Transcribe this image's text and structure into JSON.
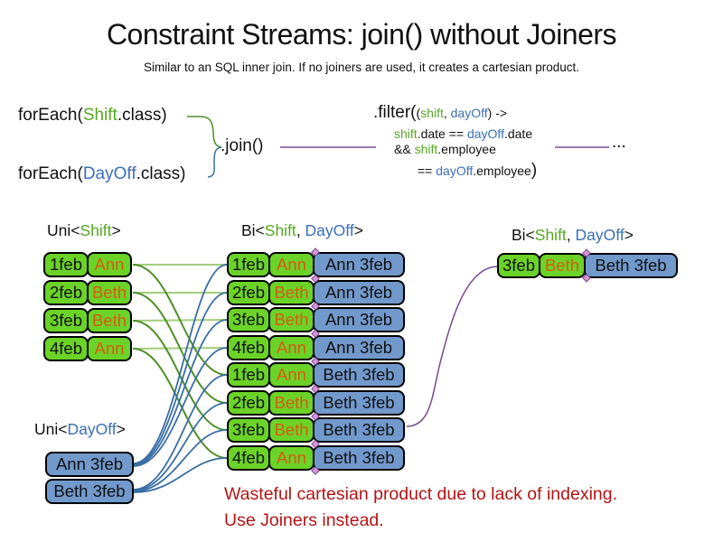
{
  "title": "Constraint Streams: join() without Joiners",
  "subtitle": "Similar to an SQL inner join. If no joiners are used, it creates a cartesian product.",
  "palette": {
    "green_box": "#6bd327",
    "blue_box": "#7299cc",
    "orange_text": "#d55c12",
    "code_green": "#55a822",
    "code_blue": "#3a6fba",
    "line_green": "#4e8f28",
    "line_green_light": "#a2cd7c",
    "line_blue": "#3a6ea5",
    "line_purple": "#7a4a93",
    "red_text": "#b41414"
  },
  "code": {
    "foreach_shift": [
      {
        "t": "forEach("
      },
      {
        "t": "Shift",
        "c": "green"
      },
      {
        "t": ".class)"
      }
    ],
    "foreach_dayoff": [
      {
        "t": "forEach("
      },
      {
        "t": "DayOff",
        "c": "blue"
      },
      {
        "t": ".class)"
      }
    ],
    "join": ".join()",
    "ellipsis": "...",
    "filter_head": [
      {
        "t": ".filter(",
        "c": "big"
      },
      {
        "t": "("
      },
      {
        "t": "shift",
        "c": "green"
      },
      {
        "t": ", "
      },
      {
        "t": "dayOff",
        "c": "blue"
      },
      {
        "t": ") ->"
      }
    ],
    "filter_line2": [
      {
        "t": "shift",
        "c": "green"
      },
      {
        "t": ".date == "
      },
      {
        "t": "dayOff",
        "c": "blue"
      },
      {
        "t": ".date"
      }
    ],
    "filter_line3": [
      {
        "t": "&& "
      },
      {
        "t": "shift",
        "c": "green"
      },
      {
        "t": ".employee"
      }
    ],
    "filter_line4": [
      {
        "t": "== "
      },
      {
        "t": "dayOff",
        "c": "blue"
      },
      {
        "t": ".employee"
      },
      {
        "t": ")",
        "c": "big"
      }
    ]
  },
  "labels": {
    "uni_shift": [
      {
        "t": "Uni<"
      },
      {
        "t": "Shift",
        "c": "green"
      },
      {
        "t": ">"
      }
    ],
    "bi_mid": [
      {
        "t": "Bi<"
      },
      {
        "t": "Shift",
        "c": "green"
      },
      {
        "t": ", "
      },
      {
        "t": "DayOff",
        "c": "blue"
      },
      {
        "t": ">"
      }
    ],
    "bi_right": [
      {
        "t": "Bi<"
      },
      {
        "t": "Shift",
        "c": "green"
      },
      {
        "t": ", "
      },
      {
        "t": "DayOff",
        "c": "blue"
      },
      {
        "t": ">"
      }
    ],
    "uni_dayoff": [
      {
        "t": "Uni<"
      },
      {
        "t": "DayOff",
        "c": "blue"
      },
      {
        "t": ">"
      }
    ]
  },
  "shift_rows": [
    {
      "date": "1feb",
      "name": "Ann"
    },
    {
      "date": "2feb",
      "name": "Beth"
    },
    {
      "date": "3feb",
      "name": "Beth"
    },
    {
      "date": "4feb",
      "name": "Ann"
    }
  ],
  "dayoff_rows": [
    {
      "label": "Ann 3feb"
    },
    {
      "label": "Beth 3feb"
    }
  ],
  "pair_rows": [
    {
      "date": "1feb",
      "name": "Ann",
      "result": "Ann 3feb"
    },
    {
      "date": "2feb",
      "name": "Beth",
      "result": "Ann 3feb"
    },
    {
      "date": "3feb",
      "name": "Beth",
      "result": "Ann 3feb"
    },
    {
      "date": "4feb",
      "name": "Ann",
      "result": "Ann 3feb"
    },
    {
      "date": "1feb",
      "name": "Ann",
      "result": "Beth 3feb"
    },
    {
      "date": "2feb",
      "name": "Beth",
      "result": "Beth 3feb"
    },
    {
      "date": "3feb",
      "name": "Beth",
      "result": "Beth 3feb"
    },
    {
      "date": "4feb",
      "name": "Ann",
      "result": "Beth 3feb"
    }
  ],
  "result_row": {
    "date": "3feb",
    "name": "Beth",
    "result": "Beth 3feb"
  },
  "caption": {
    "line1": "Wasteful cartesian product due to lack of indexing.",
    "line2": "Use Joiners instead."
  }
}
